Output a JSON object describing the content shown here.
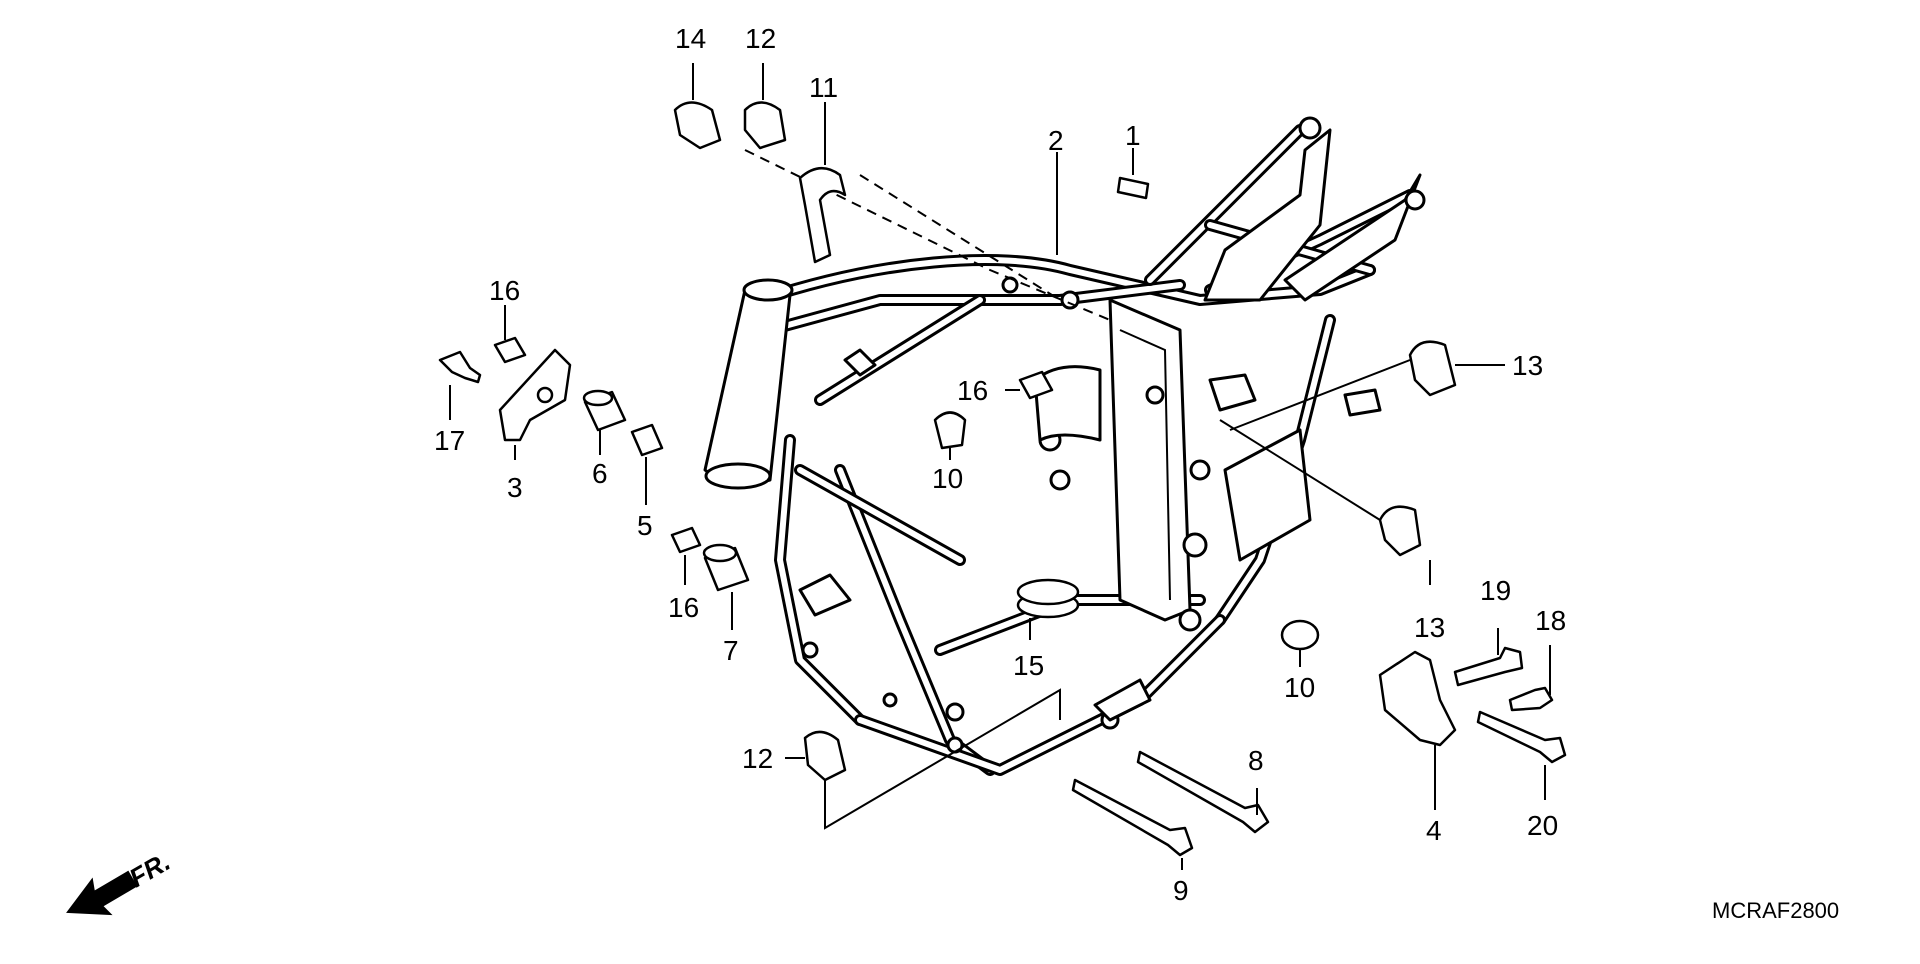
{
  "diagram_code": "MCRAF2800",
  "direction_label": "FR.",
  "callouts": [
    {
      "id": "c1",
      "text": "1"
    },
    {
      "id": "c2",
      "text": "2"
    },
    {
      "id": "c3",
      "text": "3"
    },
    {
      "id": "c4",
      "text": "4"
    },
    {
      "id": "c5",
      "text": "5"
    },
    {
      "id": "c6",
      "text": "6"
    },
    {
      "id": "c7",
      "text": "7"
    },
    {
      "id": "c8",
      "text": "8"
    },
    {
      "id": "c9",
      "text": "9"
    },
    {
      "id": "c10a",
      "text": "10"
    },
    {
      "id": "c10b",
      "text": "10"
    },
    {
      "id": "c11",
      "text": "11"
    },
    {
      "id": "c12a",
      "text": "12"
    },
    {
      "id": "c12b",
      "text": "12"
    },
    {
      "id": "c13a",
      "text": "13"
    },
    {
      "id": "c13b",
      "text": "13"
    },
    {
      "id": "c14",
      "text": "14"
    },
    {
      "id": "c15",
      "text": "15"
    },
    {
      "id": "c16a",
      "text": "16"
    },
    {
      "id": "c16b",
      "text": "16"
    },
    {
      "id": "c16c",
      "text": "16"
    },
    {
      "id": "c17",
      "text": "17"
    },
    {
      "id": "c18",
      "text": "18"
    },
    {
      "id": "c19",
      "text": "19"
    },
    {
      "id": "c20",
      "text": "20"
    }
  ]
}
